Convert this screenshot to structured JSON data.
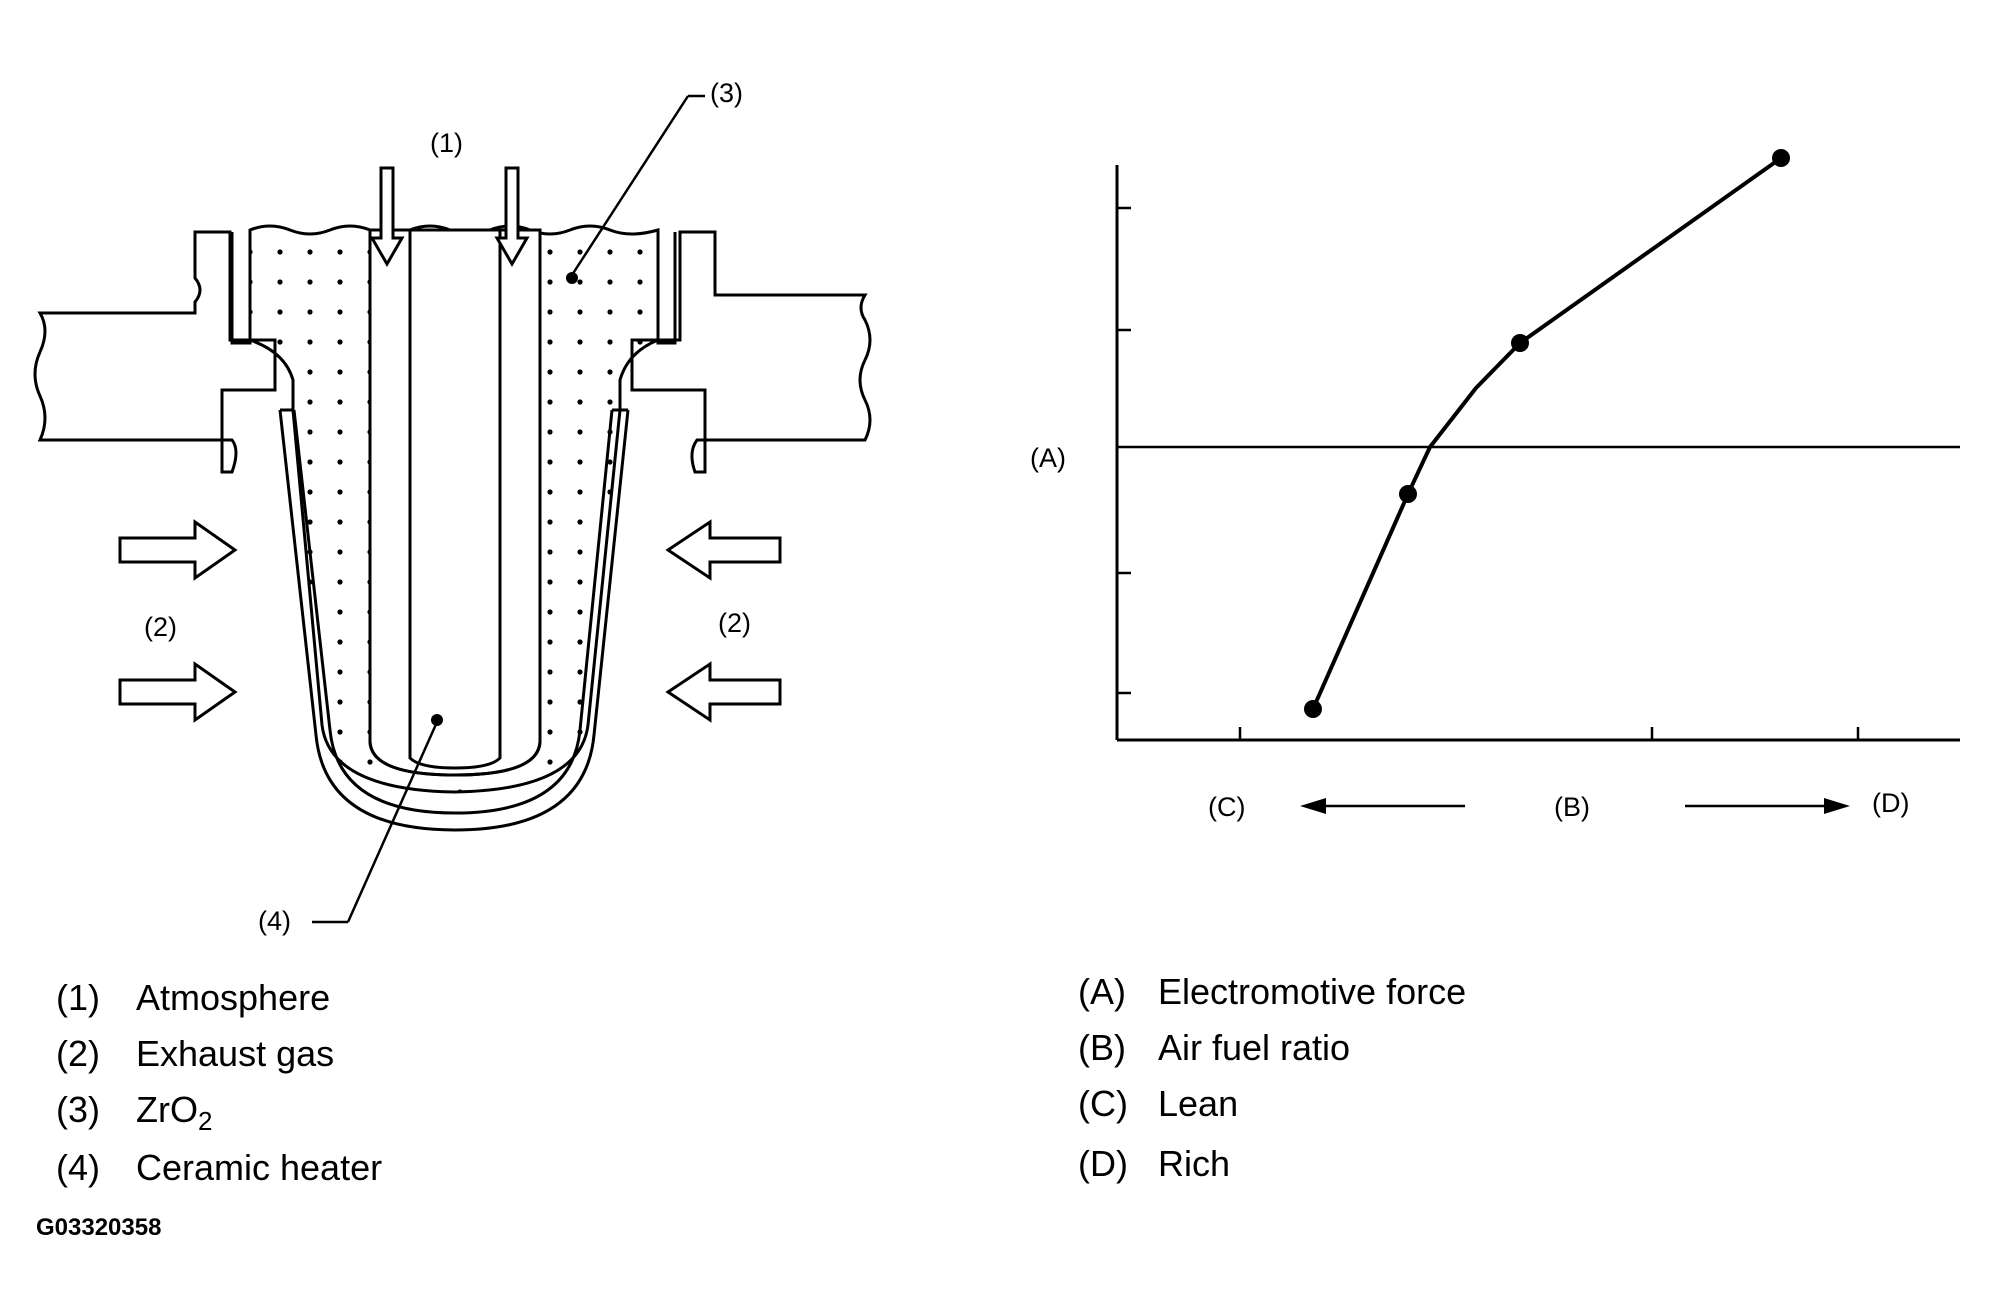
{
  "sensor": {
    "callouts": {
      "c1": "(1)",
      "c2_left": "(2)",
      "c2_right": "(2)",
      "c3": "(3)",
      "c4": "(4)"
    },
    "legend": [
      {
        "code": "(1)",
        "text": "Atmosphere"
      },
      {
        "code": "(2)",
        "text": "Exhaust gas"
      },
      {
        "code": "(3)",
        "text": "ZrO",
        "sub": "2"
      },
      {
        "code": "(4)",
        "text": "Ceramic heater"
      }
    ]
  },
  "graph": {
    "labels": {
      "a": "(A)",
      "b": "(B)",
      "c": "(C)",
      "d": "(D)"
    },
    "legend": [
      {
        "code": "(A)",
        "text": "Electromotive force"
      },
      {
        "code": "(B)",
        "text": "Air fuel ratio"
      },
      {
        "code": "(C)",
        "text": "Lean"
      },
      {
        "code": "(D)",
        "text": "Rich"
      }
    ]
  },
  "figure_code": "G03320358"
}
